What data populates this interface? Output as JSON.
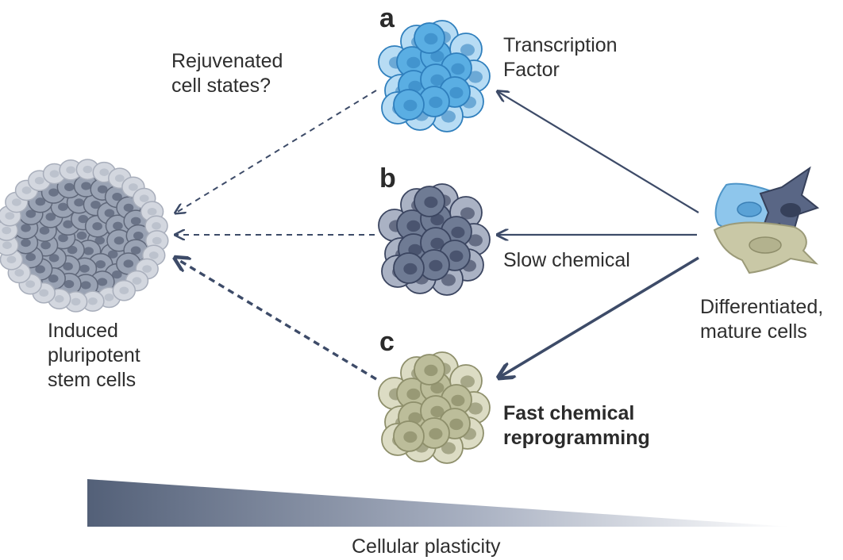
{
  "colors": {
    "arrow": "#3d4b68",
    "cluster_a_fill": "#5aaee3",
    "cluster_a_stroke": "#2f7fbd",
    "cluster_b_fill": "#6f7b94",
    "cluster_b_stroke": "#3b4560",
    "cluster_c_fill": "#bcbd9a",
    "cluster_c_stroke": "#8e8f6b",
    "ipsc_fill": "#9aa3b4",
    "ipsc_stroke": "#5f6779",
    "gradient_dark": "#536078"
  },
  "panels": {
    "a": {
      "letter": "a",
      "label_line1": "Transcription",
      "label_line2": "Factor"
    },
    "b": {
      "letter": "b",
      "label": "Slow chemical"
    },
    "c": {
      "letter": "c",
      "label_line1": "Fast chemical",
      "label_line2": "reprogramming"
    }
  },
  "rejuvenated": {
    "line1": "Rejuvenated",
    "line2": "cell states?"
  },
  "ipsc": {
    "line1": "Induced",
    "line2": "pluripotent",
    "line3": "stem cells"
  },
  "mature": {
    "line1": "Differentiated,",
    "line2": "mature cells"
  },
  "axis": {
    "label": "Cellular plasticity"
  }
}
